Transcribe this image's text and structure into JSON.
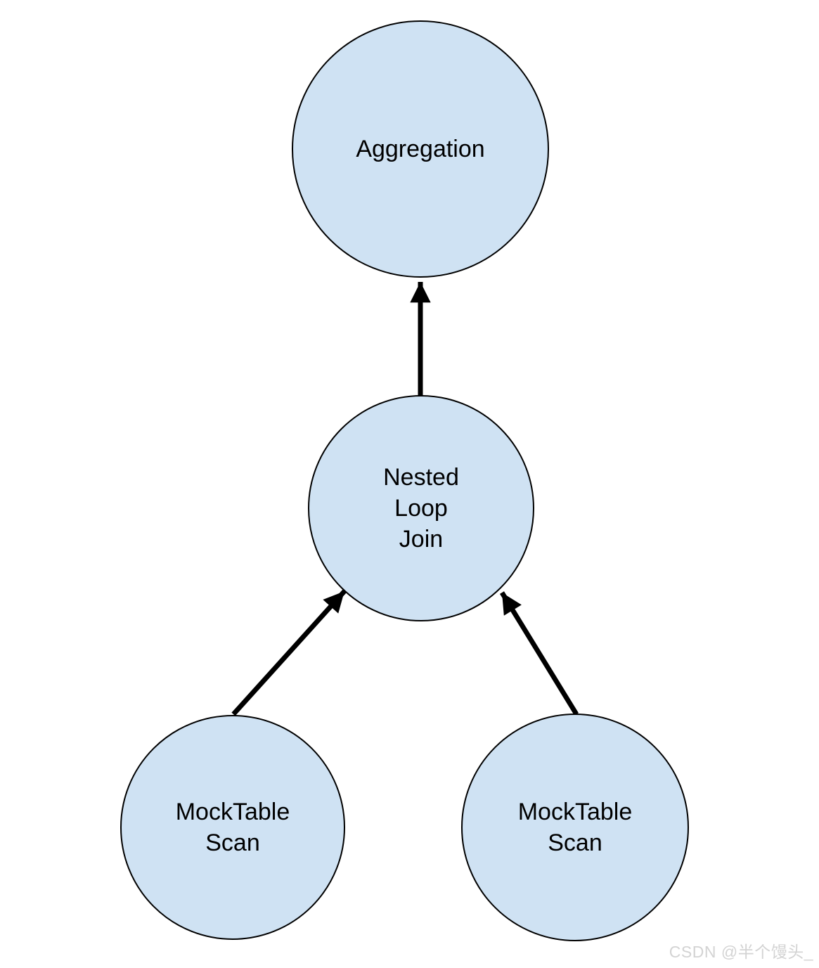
{
  "diagram": {
    "type": "query-plan-tree",
    "nodes": [
      {
        "id": "aggregation",
        "label": "Aggregation"
      },
      {
        "id": "nested-loop-join",
        "label": "Nested\nLoop\nJoin"
      },
      {
        "id": "mocktable-scan-left",
        "label": "MockTable\nScan"
      },
      {
        "id": "mocktable-scan-right",
        "label": "MockTable\nScan"
      }
    ],
    "edges": [
      {
        "from": "nested-loop-join",
        "to": "aggregation"
      },
      {
        "from": "mocktable-scan-left",
        "to": "nested-loop-join"
      },
      {
        "from": "mocktable-scan-right",
        "to": "nested-loop-join"
      }
    ]
  },
  "colors": {
    "node_fill": "#cfe2f3",
    "node_stroke": "#000000",
    "arrow": "#000000",
    "background": "#ffffff",
    "watermark_text": "#d3d3d3"
  },
  "watermark": {
    "text": "CSDN @半个馒头_"
  }
}
